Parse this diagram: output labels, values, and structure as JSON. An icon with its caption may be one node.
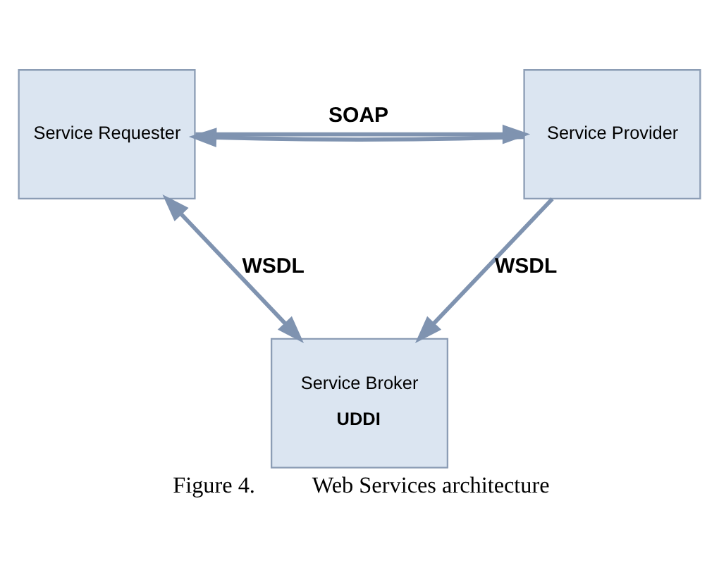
{
  "diagram": {
    "caption": "Figure 4.          Web Services architecture",
    "nodes": [
      {
        "text": [
          "Service Broker",
          "UDDI"
        ]
      },
      {
        "text": [
          "Service Requester"
        ]
      },
      {
        "text": [
          "Service Provider"
        ]
      }
    ],
    "edges": [
      {
        "from": 1,
        "to": 0,
        "arrow": "both",
        "label": "WSDL"
      },
      {
        "from": 2,
        "to": 0,
        "arrow": "to",
        "label": "WSDL"
      },
      {
        "from": 2,
        "to": 1,
        "arrow": "to"
      },
      {
        "from": 1,
        "to": 2,
        "arrow": "to",
        "label": "SOAP"
      }
    ]
  }
}
